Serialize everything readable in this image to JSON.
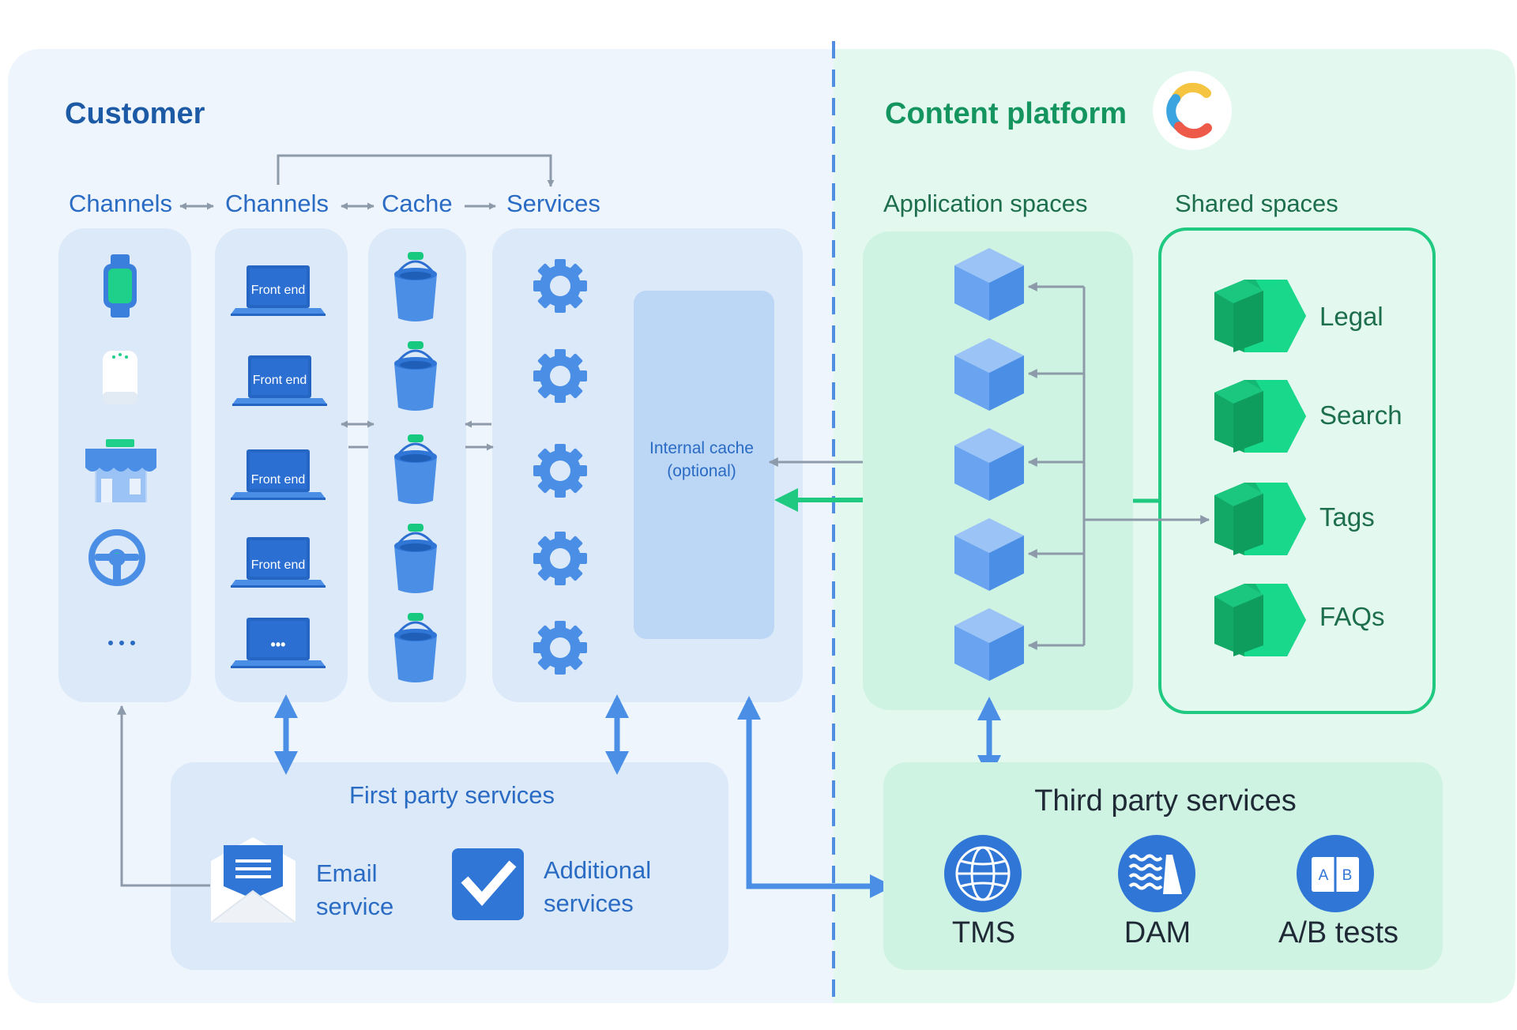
{
  "customer": {
    "title": "Customer",
    "col_headers": [
      "Channels",
      "Channels",
      "Cache",
      "Services"
    ],
    "front_end_label": "Front end",
    "more_symbol": "•••",
    "internal_cache": [
      "Internal cache",
      "(optional)"
    ],
    "first_party": {
      "title": "First party services",
      "email": [
        "Email",
        "service"
      ],
      "additional": [
        "Additional",
        "services"
      ]
    }
  },
  "platform": {
    "title": "Content platform",
    "application_spaces": "Application spaces",
    "shared_spaces": "Shared spaces",
    "shared_items": [
      "Legal",
      "Search",
      "Tags",
      "FAQs"
    ],
    "third_party": {
      "title": "Third party services",
      "items": [
        "TMS",
        "DAM",
        "A/B tests"
      ],
      "ab_letters": [
        "A",
        "B"
      ]
    },
    "logo_letter": "C"
  },
  "icons": {
    "channels": [
      "smartwatch-icon",
      "smart-speaker-icon",
      "storefront-icon",
      "steering-wheel-icon",
      "more-icon"
    ],
    "frontends": [
      "laptop-icon",
      "laptop-icon",
      "laptop-icon",
      "laptop-icon",
      "laptop-more-icon"
    ],
    "cache": "bucket-icon",
    "services": "gear-icon",
    "application_spaces": "cube-icon",
    "shared_spaces": "hexagon-icon",
    "third_party": [
      "globe-icon",
      "waves-icon",
      "ab-test-icon"
    ],
    "first_party": [
      "envelope-icon",
      "checkbox-icon"
    ]
  },
  "colors": {
    "customer_bg": "#eef5fd",
    "platform_bg": "#e3f8ef",
    "column_bg": "#dce9f9",
    "platform_column_bg": "#cff3e2",
    "blue_title": "#1c5aa6",
    "blue_text": "#2a6bc4",
    "green_title": "#14945f",
    "green_text": "#1d6e4c",
    "icon_blue": "#4a8ee6",
    "icon_green": "#17c97e",
    "gray_line": "#8d9aaa",
    "arrow_green": "#1fc980",
    "divider": "#4f8ee0"
  }
}
